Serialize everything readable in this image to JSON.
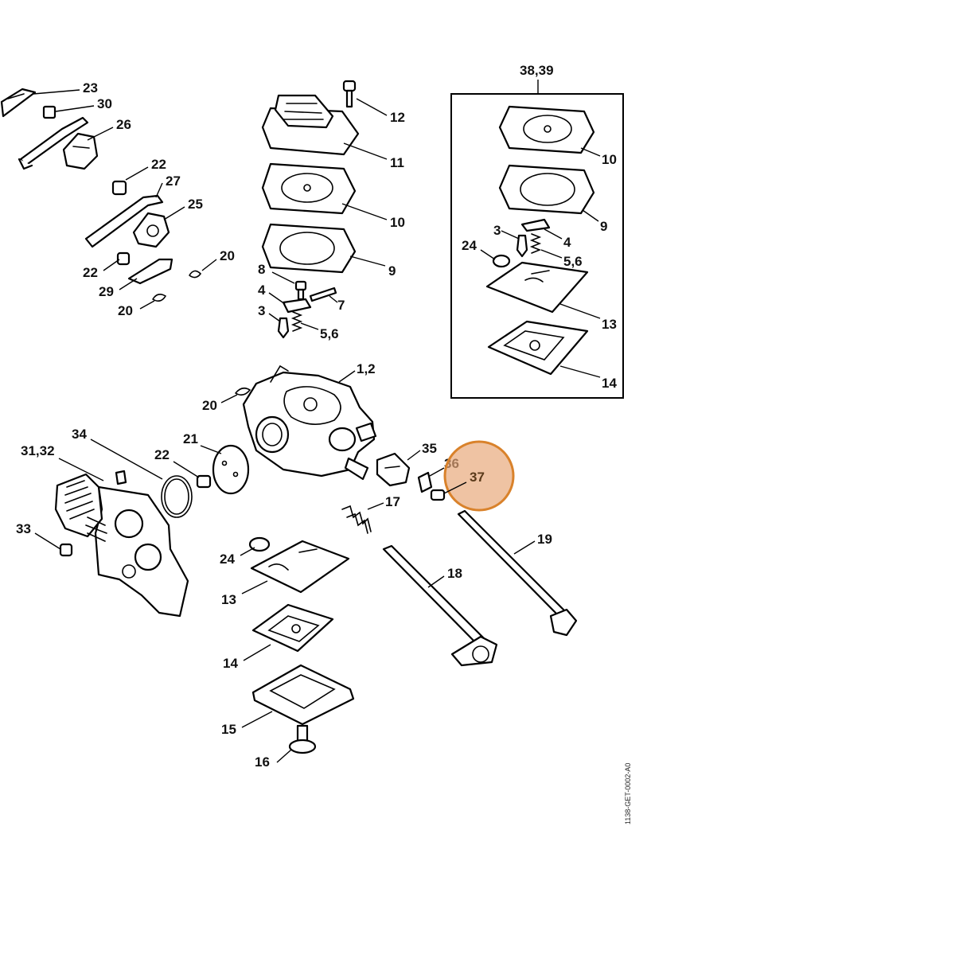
{
  "diagram": {
    "drawing_id": "1138-GET-0002-A0",
    "highlighted_part": "37",
    "highlight_color": "#e8a778",
    "labels": {
      "p23": "23",
      "p30": "30",
      "p26": "26",
      "p22a": "22",
      "p27": "27",
      "p25": "25",
      "p22b": "22",
      "p20a": "20",
      "p29": "29",
      "p20b": "20",
      "p12": "12",
      "p11": "11",
      "p10": "10",
      "p9": "9",
      "p8": "8",
      "p7": "7",
      "p4": "4",
      "p3": "3",
      "p56": "5,6",
      "kit": "38,39",
      "k10": "10",
      "k9": "9",
      "k3": "3",
      "k4": "4",
      "k56": "5,6",
      "k24": "24",
      "k13": "13",
      "k14": "14",
      "p12b": "1,2",
      "p20c": "20",
      "p35": "35",
      "p36": "36",
      "p37": "37",
      "p34": "34",
      "p3132": "31,32",
      "p21": "21",
      "p22c": "22",
      "p33": "33",
      "p17": "17",
      "p19": "19",
      "p18": "18",
      "p24": "24",
      "p13": "13",
      "p14": "14",
      "p15": "15",
      "p16": "16"
    }
  }
}
